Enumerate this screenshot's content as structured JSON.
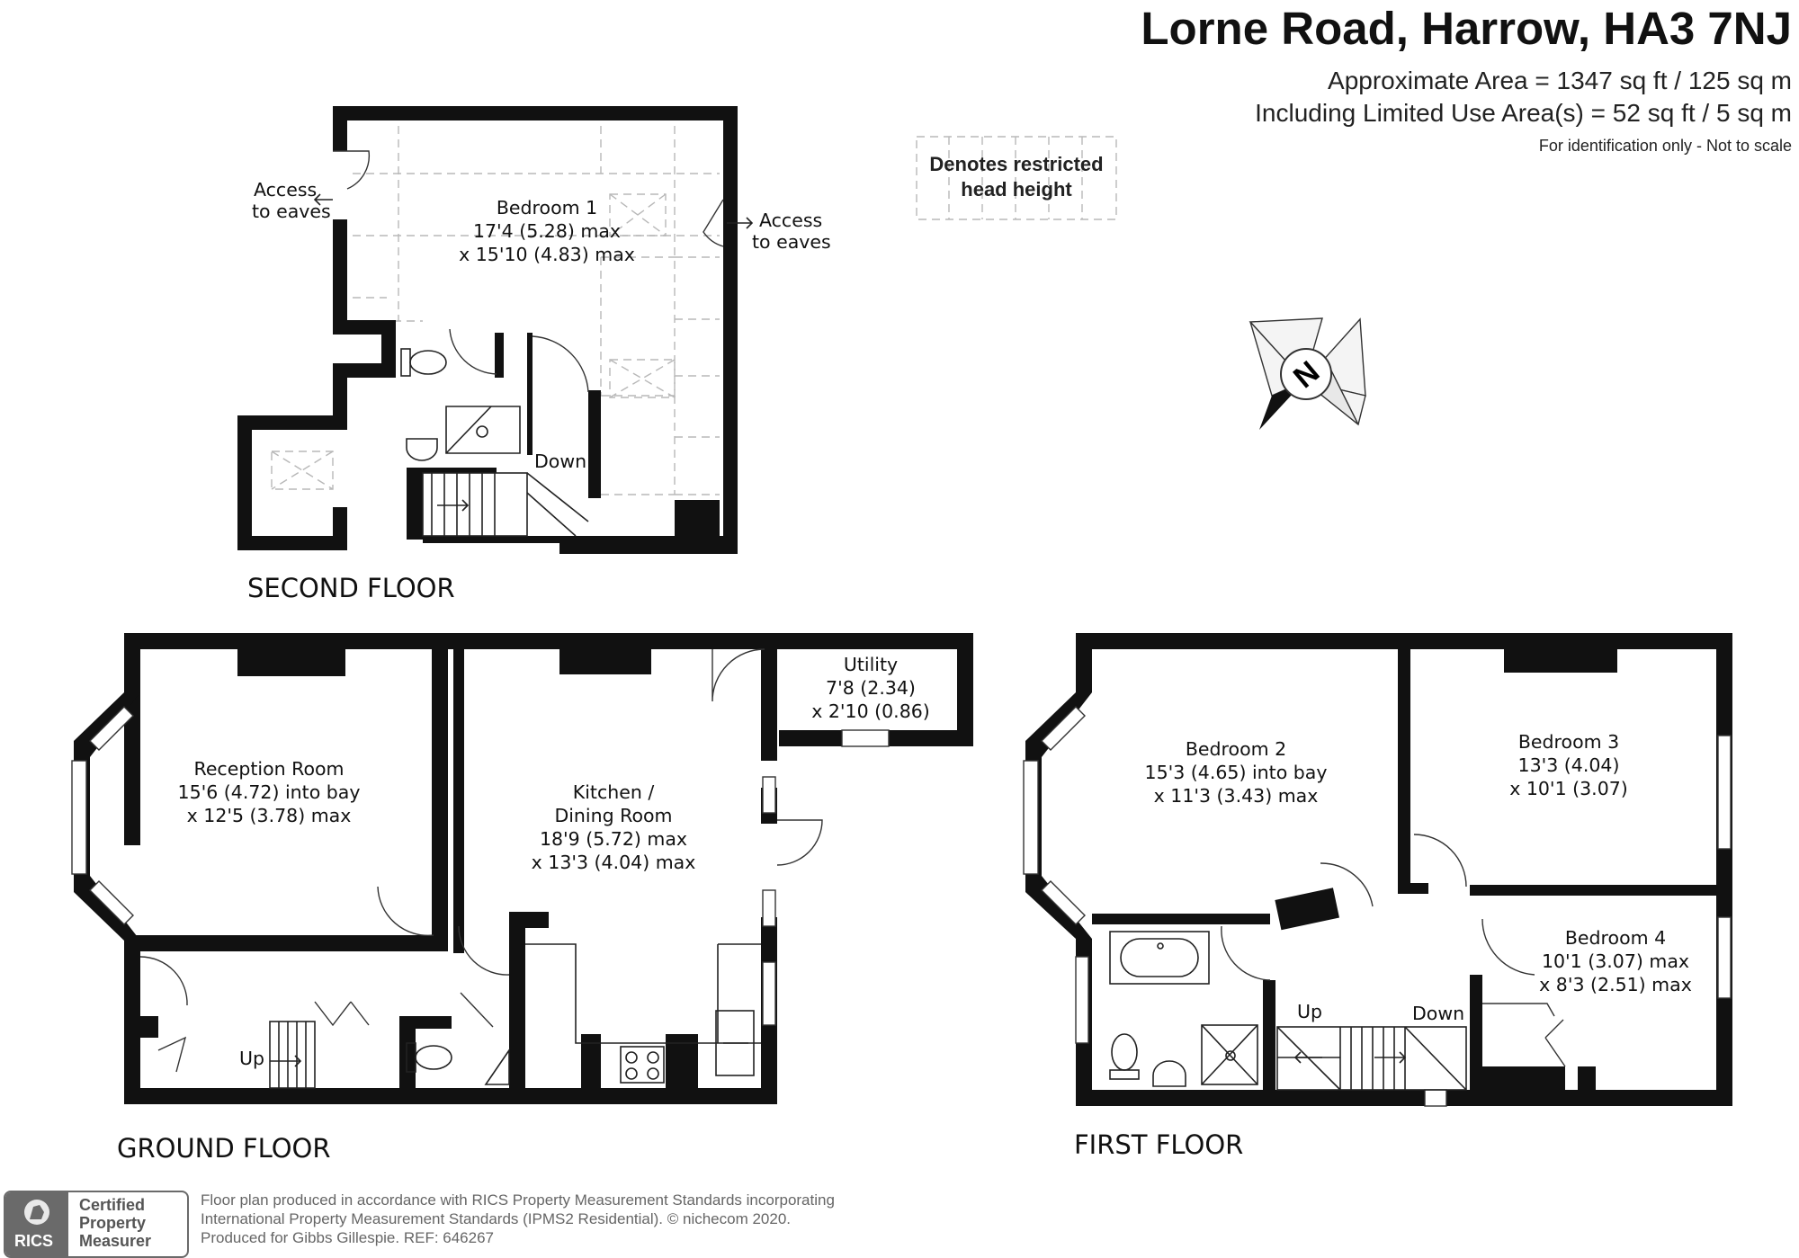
{
  "header": {
    "title": "Lorne Road, Harrow, HA3 7NJ",
    "area_line": "Approximate Area = 1347 sq ft / 125 sq m",
    "limited_use_line": "Including Limited Use Area(s) = 52 sq ft / 5 sq m",
    "note": "For identification only - Not to scale"
  },
  "legend": {
    "line1": "Denotes restricted",
    "line2": "head height"
  },
  "compass": {
    "label": "N",
    "icon": "compass-north-icon"
  },
  "floors": {
    "second": {
      "name": "SECOND FLOOR",
      "bedroom1": {
        "name": "Bedroom 1",
        "dim1": "17'4 (5.28) max",
        "dim2": "x 15'10 (4.83) max"
      },
      "eaves_left": {
        "line1": "Access",
        "line2": "to eaves"
      },
      "eaves_right": {
        "line1": "Access",
        "line2": "to eaves"
      },
      "stairs_label": "Down"
    },
    "ground": {
      "name": "GROUND FLOOR",
      "reception": {
        "name": "Reception Room",
        "dim1": "15'6 (4.72) into bay",
        "dim2": "x 12'5 (3.78) max"
      },
      "kitchen": {
        "name": "Kitchen /",
        "name2": "Dining Room",
        "dim1": "18'9 (5.72) max",
        "dim2": "x 13'3 (4.04) max"
      },
      "utility": {
        "name": "Utility",
        "dim1": "7'8 (2.34)",
        "dim2": "x 2'10 (0.86)"
      },
      "stairs_label": "Up"
    },
    "first": {
      "name": "FIRST FLOOR",
      "bedroom2": {
        "name": "Bedroom 2",
        "dim1": "15'3 (4.65) into bay",
        "dim2": "x 11'3 (3.43) max"
      },
      "bedroom3": {
        "name": "Bedroom 3",
        "dim1": "13'3 (4.04)",
        "dim2": "x 10'1 (3.07)"
      },
      "bedroom4": {
        "name": "Bedroom 4",
        "dim1": "10'1 (3.07) max",
        "dim2": "x 8'3 (2.51) max"
      },
      "stairs_up": "Up",
      "stairs_down": "Down"
    }
  },
  "footer": {
    "badge_org": "RICS",
    "badge_line1": "Certified",
    "badge_line2": "Property",
    "badge_line3": "Measurer",
    "line1": "Floor plan produced in accordance with RICS Property Measurement Standards incorporating",
    "line2": "International Property Measurement Standards (IPMS2 Residential).   ©  nichecom 2020.",
    "line3": "Produced for Gibbs Gillespie.   REF:  646267"
  },
  "colors": {
    "wall": "#111111",
    "restricted_dash": "#b8b8b8",
    "badge": "#6a6a6a"
  }
}
